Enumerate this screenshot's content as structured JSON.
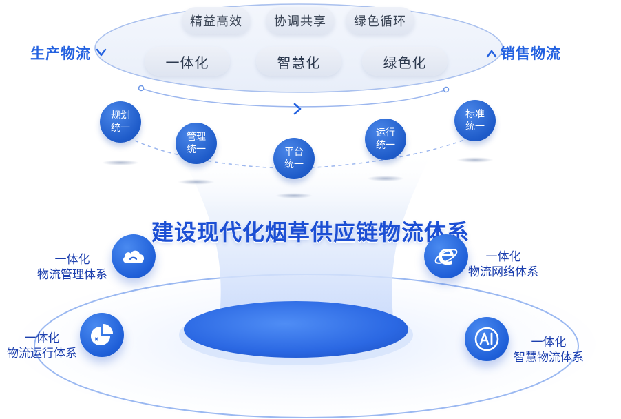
{
  "top_pills": [
    {
      "label": "精益高效"
    },
    {
      "label": "协调共享"
    },
    {
      "label": "绿色循环"
    }
  ],
  "main_pills": [
    {
      "label": "一体化"
    },
    {
      "label": "智慧化"
    },
    {
      "label": "绿色化"
    }
  ],
  "left_label": "生产物流",
  "right_label": "销售物流",
  "nodes": [
    {
      "line1": "规划",
      "line2": "统一"
    },
    {
      "line1": "管理",
      "line2": "统一"
    },
    {
      "line1": "平台",
      "line2": "统一"
    },
    {
      "line1": "运行",
      "line2": "统一"
    },
    {
      "line1": "标准",
      "line2": "统一"
    }
  ],
  "center_title": "建设现代化烟草供应链物流体系",
  "features": [
    {
      "line1": "一体化",
      "line2": "物流管理体系",
      "icon": "cloud-icon"
    },
    {
      "line1": "一体化",
      "line2": "物流网络体系",
      "icon": "browser-e-icon"
    },
    {
      "line1": "一体化",
      "line2": "物流运行体系",
      "icon": "pie-chart-icon"
    },
    {
      "line1": "一体化",
      "line2": "智慧物流体系",
      "icon": "ai-icon"
    }
  ],
  "colors": {
    "accent": "#2462e0",
    "node_blue": "#1e5bc9",
    "title_blue": "#1c4fd4",
    "pill_bg": "#e4e9f3"
  }
}
